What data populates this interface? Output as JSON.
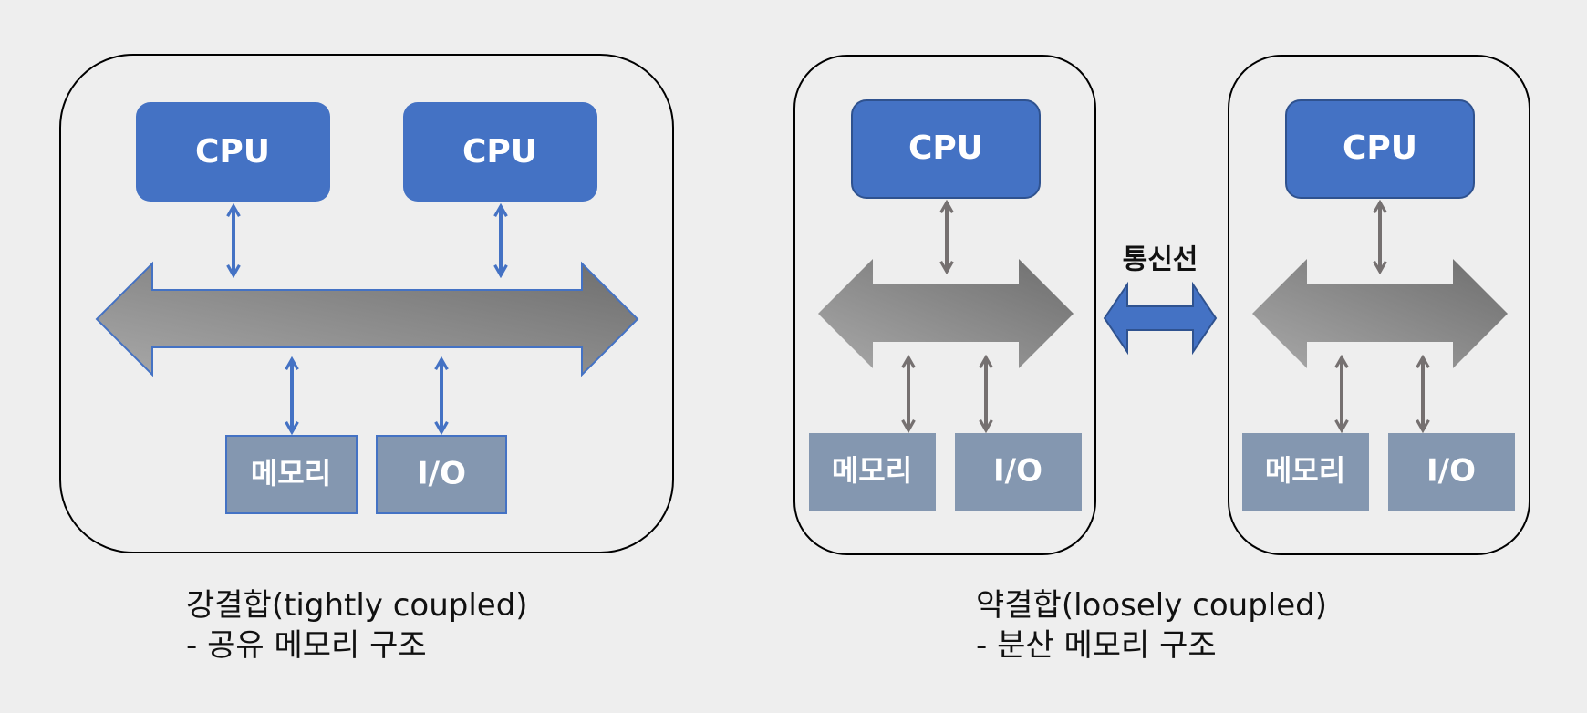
{
  "cpu_label": "CPU",
  "memory_label": "메모리",
  "io_label": "I/O",
  "comm_line_label": "통신선",
  "tightly_coupled": {
    "caption_line1": "강결합(tightly coupled)",
    "caption_line2": "- 공유 메모리 구조"
  },
  "loosely_coupled": {
    "caption_line1": "약결합(loosely coupled)",
    "caption_line2": "- 분산 메모리 구조"
  },
  "colors": {
    "background": "#eeeeee",
    "cpu_fill": "#4472c4",
    "cpu_stroke": "#2f528f",
    "peripheral_fill": "#8497b0",
    "bus_gradient_light": "#a8a8a8",
    "bus_gradient_dark": "#6e6e6e",
    "arrow_blue": "#4472c4",
    "arrow_gray": "#757070",
    "container_stroke": "#000000"
  }
}
